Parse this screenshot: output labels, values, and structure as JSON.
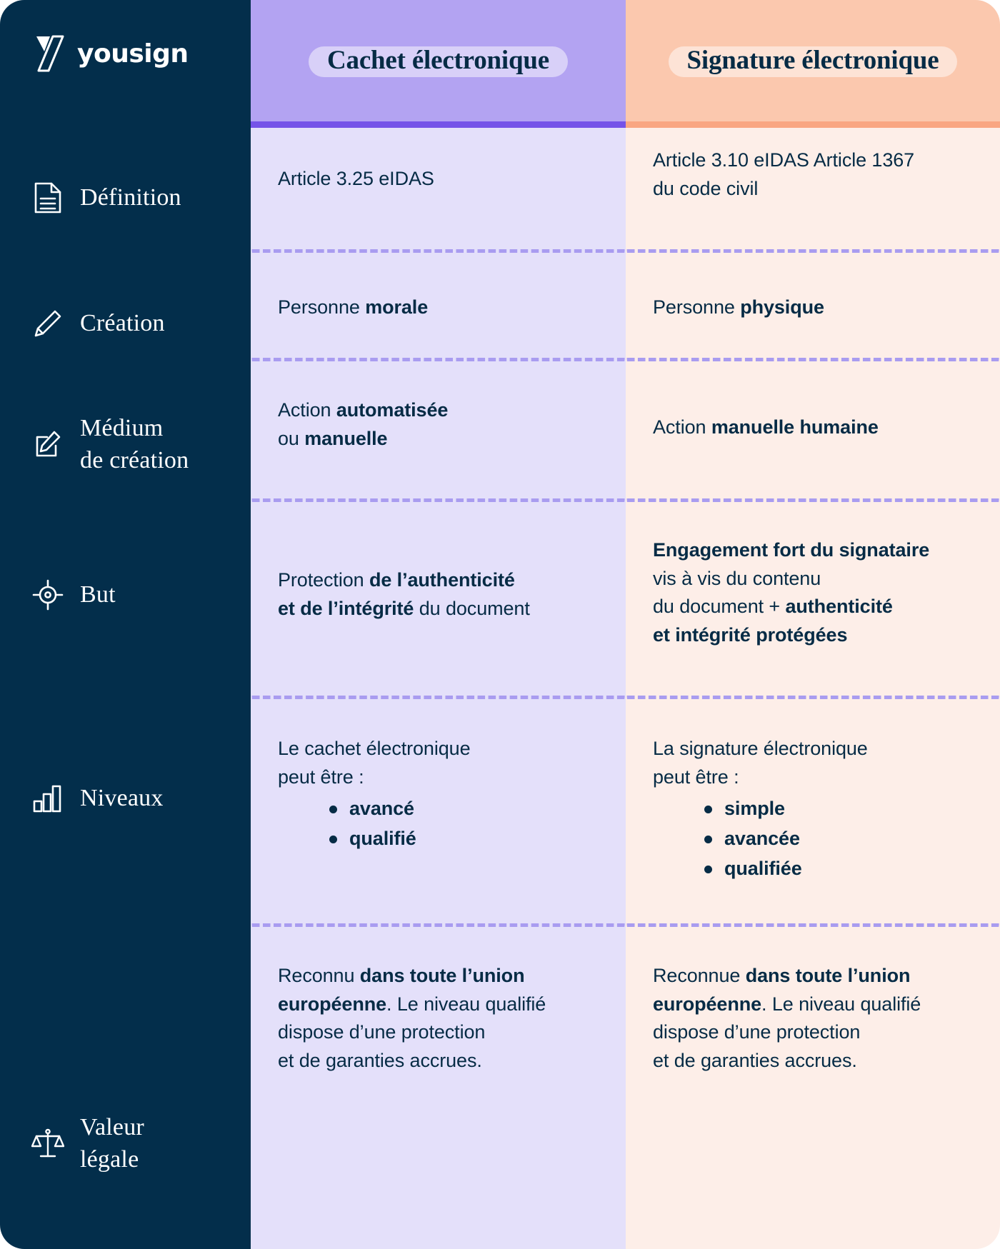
{
  "brand": {
    "name": "yousign",
    "logo_icon": "yousign-logo-icon",
    "sidebar_bg": "#032e4b"
  },
  "columns": [
    {
      "id": "cachet",
      "title": "Cachet électronique",
      "header_bg": "#b3a3f2",
      "accent": "#7553e8",
      "body_bg": "#e4e0fa",
      "pill_bg": "#d8d0f8"
    },
    {
      "id": "signature",
      "title": "Signature électronique",
      "header_bg": "#fbc8ae",
      "accent": "#f9a682",
      "body_bg": "#fdeee8",
      "pill_bg": "#fde3d6"
    }
  ],
  "rows": [
    {
      "label": "Définition",
      "icon": "document-icon",
      "cachet": {
        "html": "Article 3.25 eIDAS"
      },
      "signature": {
        "html": "Article 3.10 eIDAS Article 1367<br>du code civil"
      }
    },
    {
      "label": "Création",
      "icon": "pencil-icon",
      "cachet": {
        "html": "Personne <b>morale</b>"
      },
      "signature": {
        "html": "Personne <b>physique</b>"
      }
    },
    {
      "label": "Médium\nde création",
      "label_line1": "Médium",
      "label_line2": "de création",
      "icon": "square-pencil-icon",
      "cachet": {
        "html": "Action <b>automatisée</b><br>ou <b>manuelle</b>"
      },
      "signature": {
        "html": "Action <b>manuelle humaine</b>"
      }
    },
    {
      "label": "But",
      "icon": "target-icon",
      "cachet": {
        "html": "Protection <b>de l’authenticité</b><br><b>et de l’intégrité</b> du document"
      },
      "signature": {
        "html": "<b>Engagement fort du signataire</b><br>vis à vis du contenu<br>du document + <b>authenticité</b><br><b>et intégrité protégées</b>"
      }
    },
    {
      "label": "Niveaux",
      "icon": "bar-chart-icon",
      "cachet": {
        "intro": "Le cachet électronique<br>peut être :",
        "bullets": [
          "avancé",
          "qualifié"
        ]
      },
      "signature": {
        "intro": "La signature électronique<br>peut être :",
        "bullets": [
          "simple",
          "avancée",
          "qualifiée"
        ]
      }
    },
    {
      "label": "Valeur\nlégale",
      "label_line1": "Valeur",
      "label_line2": "légale",
      "icon": "scales-icon",
      "cachet": {
        "html": "Reconnu <b>dans toute l’union</b><br><b>européenne</b>. Le niveau qualifié<br>dispose d’une protection<br>et de garanties accrues."
      },
      "signature": {
        "html": "Reconnue <b>dans toute l’union</b><br><b>européenne</b>. Le niveau qualifié<br>dispose d’une protection<br>et de garanties accrues."
      }
    }
  ],
  "separator_color": "#a99cf0"
}
